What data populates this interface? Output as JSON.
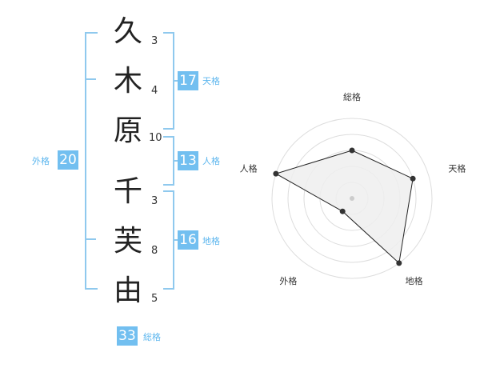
{
  "surname": [
    {
      "char": "久",
      "strokes": "3"
    },
    {
      "char": "木",
      "strokes": "4"
    },
    {
      "char": "原",
      "strokes": "10"
    }
  ],
  "given": [
    {
      "char": "千",
      "strokes": "3"
    },
    {
      "char": "芙",
      "strokes": "8"
    },
    {
      "char": "由",
      "strokes": "5"
    }
  ],
  "fortunes": {
    "ten": {
      "label": "天格",
      "value": "17"
    },
    "jin": {
      "label": "人格",
      "value": "13"
    },
    "chi": {
      "label": "地格",
      "value": "16"
    },
    "gai": {
      "label": "外格",
      "value": "20"
    },
    "so": {
      "label": "総格",
      "value": "33"
    }
  },
  "colors": {
    "accent": "#72bff0",
    "bracket": "#8fc9ee",
    "label": "#5cb6ee"
  },
  "chart_data": {
    "type": "radar",
    "axes": [
      "総格",
      "天格",
      "地格",
      "外格",
      "人格"
    ],
    "max": 5,
    "values": [
      3,
      4,
      5,
      1,
      5
    ],
    "rings": 5
  }
}
